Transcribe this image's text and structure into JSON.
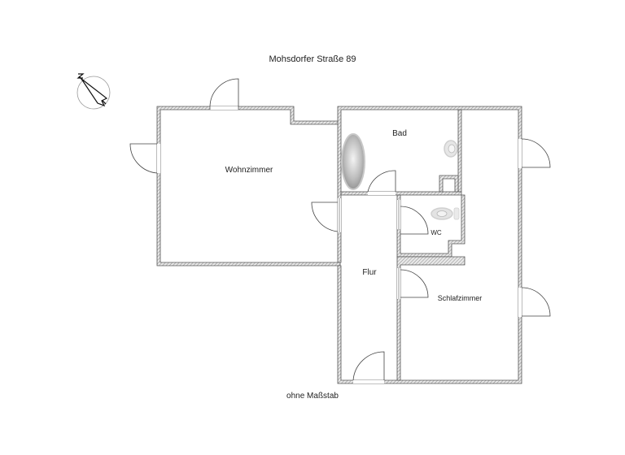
{
  "header": {
    "address": "Mohsdorfer Straße 89"
  },
  "footer": {
    "scale_note": "ohne Maßstab"
  },
  "compass": {
    "icon": "north-arrow-icon",
    "label": "N"
  },
  "rooms": [
    {
      "id": "wohnzimmer",
      "label": "Wohnzimmer"
    },
    {
      "id": "bad",
      "label": "Bad"
    },
    {
      "id": "wc",
      "label": "WC"
    },
    {
      "id": "flur",
      "label": "Flur"
    },
    {
      "id": "schlafzimmer",
      "label": "Schlafzimmer"
    }
  ],
  "fixtures": [
    {
      "room": "bad",
      "type": "bathtub-icon"
    },
    {
      "room": "bad",
      "type": "sink-icon"
    },
    {
      "room": "wc",
      "type": "toilet-icon"
    }
  ],
  "colors": {
    "wall_stroke": "#555555",
    "wall_hatch": "#9a9a9a",
    "background": "#ffffff"
  }
}
